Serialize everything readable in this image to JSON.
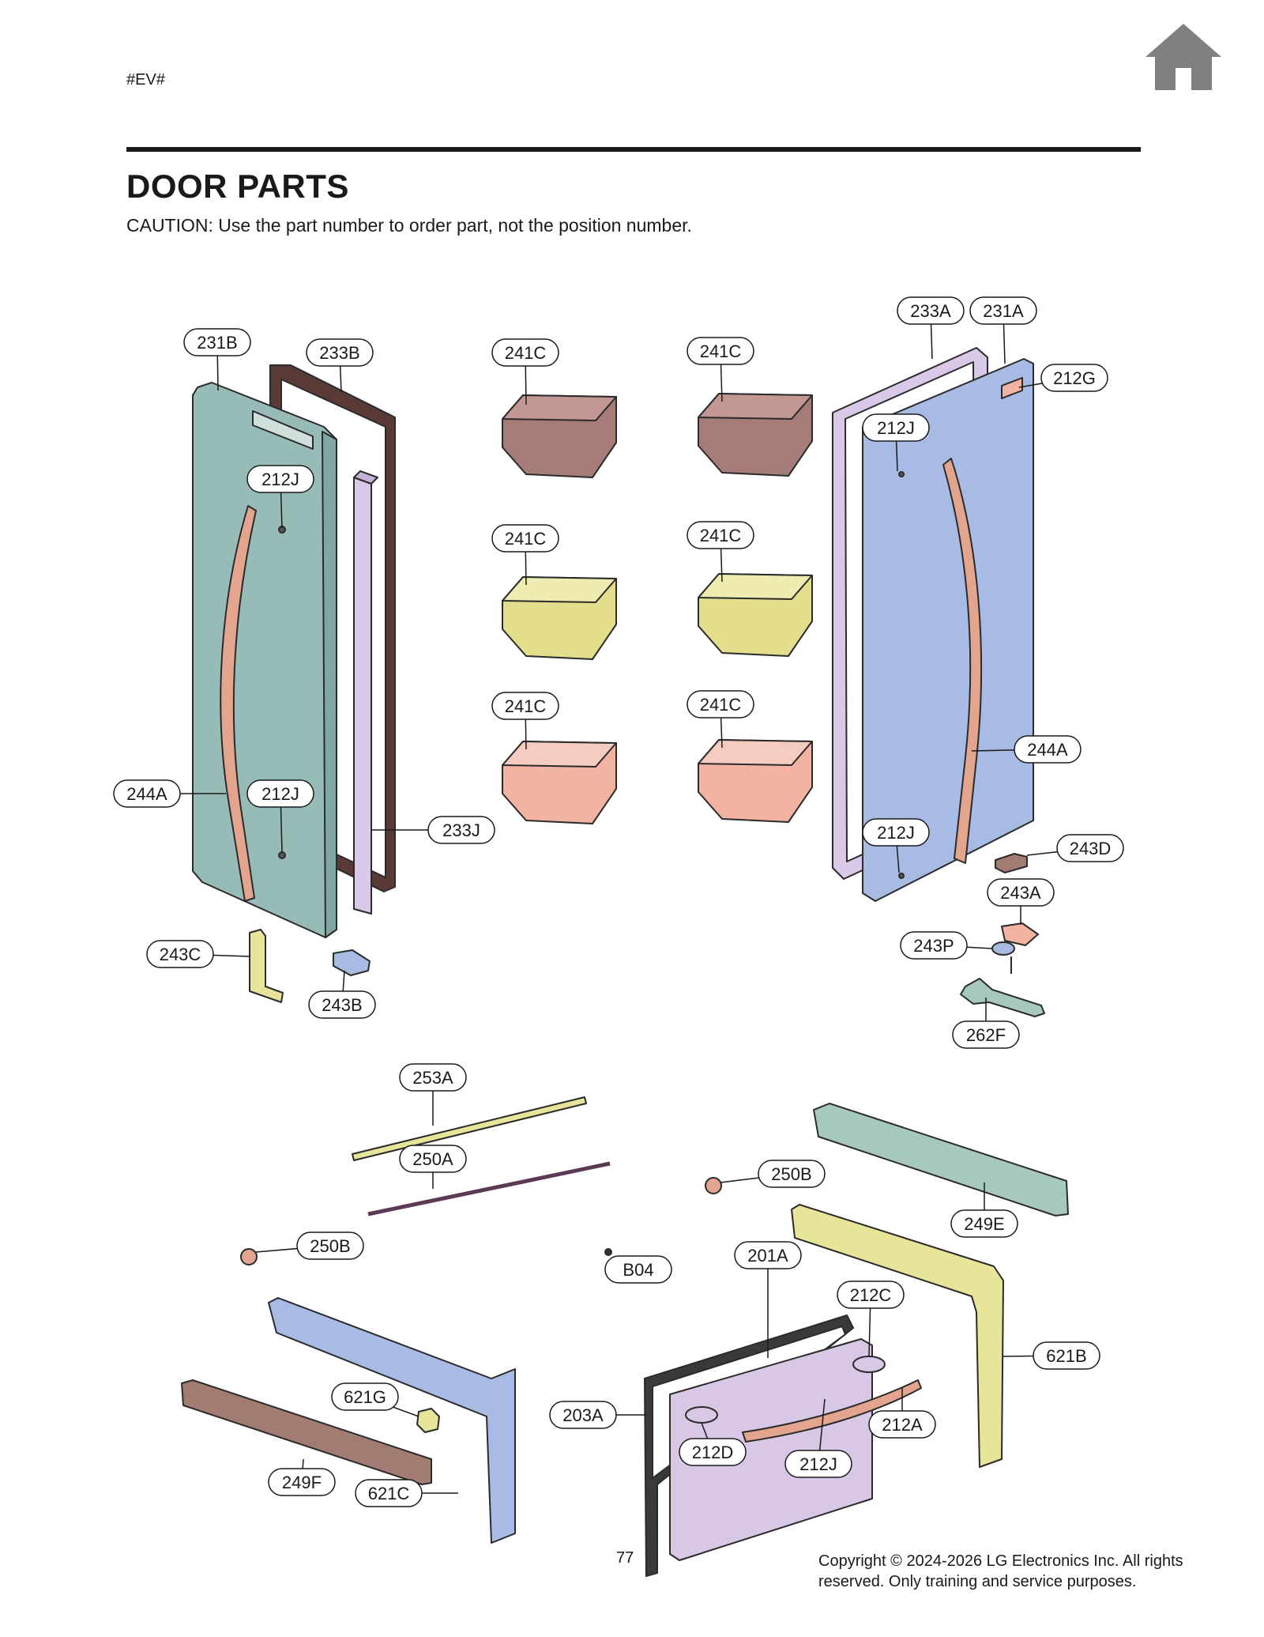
{
  "header": {
    "code": "#EV#",
    "home_icon": "home-icon",
    "home_color": "#808080"
  },
  "title": "DOOR PARTS",
  "caution": "CAUTION: Use the part number to order part, not the position number.",
  "footer": {
    "page_number": "77",
    "copyright_line1": "Copyright © 2024-2026 LG Electronics Inc. All rights",
    "copyright_line2": "reserved. Only training and service purposes."
  },
  "part_colors": {
    "left_door": "#97bcb8",
    "right_door": "#a7bbe4",
    "handle": "#e3a58e",
    "gasket_dark": "#5a3a35",
    "gasket_light": "#d9c8e8",
    "bin_brown": "#a57c77",
    "bin_yellow": "#e2de8c",
    "bin_pink": "#f2b3a3",
    "rail_green": "#a6c8bd",
    "rail_blue": "#a7bbe4",
    "rail_brown": "#a27c72",
    "rail_yellow": "#e8e49a",
    "drawer_front": "#d8c8e6"
  },
  "callouts": [
    {
      "id": "231B",
      "label": "231B"
    },
    {
      "id": "233B",
      "label": "233B"
    },
    {
      "id": "241C-1",
      "label": "241C"
    },
    {
      "id": "241C-2",
      "label": "241C"
    },
    {
      "id": "233A",
      "label": "233A"
    },
    {
      "id": "231A",
      "label": "231A"
    },
    {
      "id": "212G",
      "label": "212G"
    },
    {
      "id": "212J-1",
      "label": "212J"
    },
    {
      "id": "212J-2",
      "label": "212J"
    },
    {
      "id": "241C-3",
      "label": "241C"
    },
    {
      "id": "241C-4",
      "label": "241C"
    },
    {
      "id": "241C-5",
      "label": "241C"
    },
    {
      "id": "241C-6",
      "label": "241C"
    },
    {
      "id": "244A-1",
      "label": "244A"
    },
    {
      "id": "244A-2",
      "label": "244A"
    },
    {
      "id": "212J-3",
      "label": "212J"
    },
    {
      "id": "233J",
      "label": "233J"
    },
    {
      "id": "212J-4",
      "label": "212J"
    },
    {
      "id": "243D",
      "label": "243D"
    },
    {
      "id": "243A",
      "label": "243A"
    },
    {
      "id": "243C",
      "label": "243C"
    },
    {
      "id": "243P",
      "label": "243P"
    },
    {
      "id": "243B",
      "label": "243B"
    },
    {
      "id": "262F",
      "label": "262F"
    },
    {
      "id": "253A",
      "label": "253A"
    },
    {
      "id": "250A",
      "label": "250A"
    },
    {
      "id": "250B-1",
      "label": "250B"
    },
    {
      "id": "249E",
      "label": "249E"
    },
    {
      "id": "250B-2",
      "label": "250B"
    },
    {
      "id": "B04",
      "label": "B04"
    },
    {
      "id": "201A",
      "label": "201A"
    },
    {
      "id": "212C",
      "label": "212C"
    },
    {
      "id": "621G",
      "label": "621G"
    },
    {
      "id": "621B",
      "label": "621B"
    },
    {
      "id": "203A",
      "label": "203A"
    },
    {
      "id": "212A",
      "label": "212A"
    },
    {
      "id": "212D",
      "label": "212D"
    },
    {
      "id": "212J-5",
      "label": "212J"
    },
    {
      "id": "249F",
      "label": "249F"
    },
    {
      "id": "621C",
      "label": "621C"
    }
  ]
}
